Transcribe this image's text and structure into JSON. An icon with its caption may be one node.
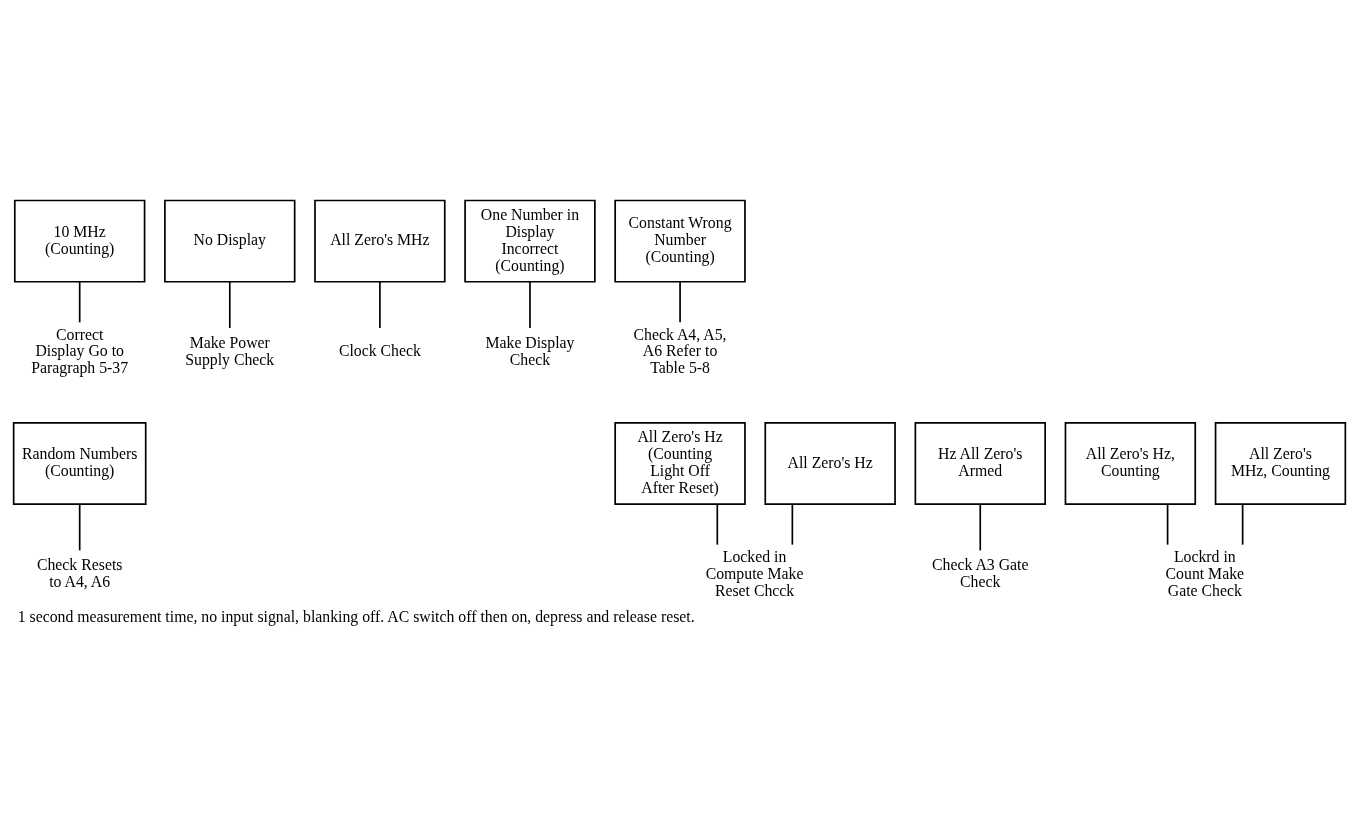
{
  "diagram": {
    "caption": "1 second measurement time, no input signal, blanking off. AC switch off then on, depress and release reset.",
    "nodes": [
      {
        "text": [
          "10 MHz (Counting)"
        ]
      },
      {
        "text": [
          "No Display"
        ]
      },
      {
        "text": [
          "All Zero's MHz"
        ]
      },
      {
        "text": [
          "One Number in Display Incorrect (Counting)"
        ]
      },
      {
        "text": [
          "Constant Wrong Number (Counting)"
        ]
      },
      {
        "text": [
          "Correct Display Go to Paragraph 5-37"
        ]
      },
      {
        "text": [
          "Make Power Supply Check"
        ]
      },
      {
        "text": [
          "Clock Check"
        ]
      },
      {
        "text": [
          "Make Display Check"
        ]
      },
      {
        "text": [
          "Check A4, A5, A6 Refer to Table 5-8"
        ]
      },
      {
        "text": [
          "Random Numbers (Counting)"
        ]
      },
      {
        "text": [
          "Hz All Zero's Armed"
        ]
      },
      {
        "text": [
          "All Zero's Hz, Counting"
        ]
      },
      {
        "text": [
          "All Zero's MHz, Counting"
        ]
      },
      {
        "text": [
          "All Zero's Hz"
        ]
      },
      {
        "text": [
          "All Zero's Hz (Counting Light Off After Reset)"
        ]
      },
      {
        "text": [
          "Check Resets to A4, A6"
        ]
      },
      {
        "text": [
          "Check A3 Gate Check"
        ]
      },
      {
        "text": [
          "Lockrd in Count Make Gate Check"
        ]
      },
      {
        "text": [
          "Locked in Compute Make Reset Chcck"
        ]
      }
    ],
    "edges": [
      {
        "from": 0,
        "to": 5,
        "arrow": "none"
      },
      {
        "from": 1,
        "to": 6,
        "arrow": "none"
      },
      {
        "from": 2,
        "to": 7,
        "arrow": "none"
      },
      {
        "from": 3,
        "to": 8,
        "arrow": "none"
      },
      {
        "from": 4,
        "to": 9,
        "arrow": "none"
      },
      {
        "from": 10,
        "to": 16,
        "arrow": "none"
      },
      {
        "from": 11,
        "to": 17,
        "arrow": "none"
      },
      {
        "from": 12,
        "to": 18,
        "arrow": "none"
      },
      {
        "from": 13,
        "to": 18,
        "arrow": "none"
      },
      {
        "from": 14,
        "to": 19,
        "arrow": "none"
      },
      {
        "from": 15,
        "to": 19,
        "arrow": "none"
      }
    ]
  }
}
